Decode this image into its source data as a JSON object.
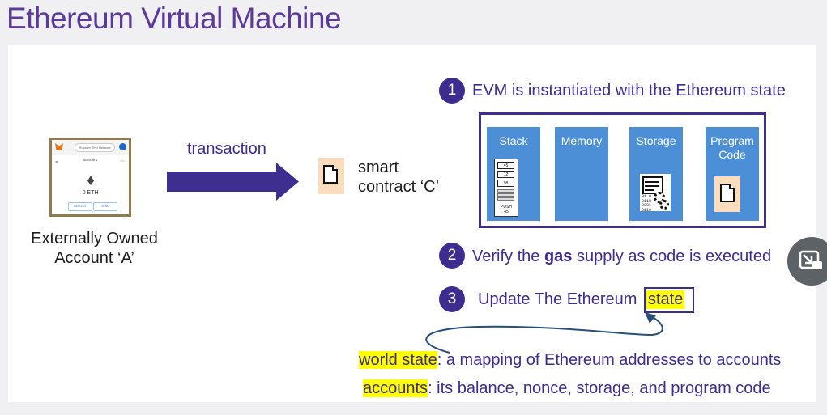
{
  "title": "Ethereum Virtual Machine",
  "account": {
    "phone": {
      "network": "Ropsten Test Network",
      "account_name": "Account 1",
      "balance": "0 ETH",
      "deposit_label": "DEPOSIT",
      "send_label": "SEND"
    },
    "caption_line1": "Externally Owned",
    "caption_line2": "Account ‘A’"
  },
  "transaction_label": "transaction",
  "contract": {
    "line1": "smart",
    "line2": "contract ‘C’"
  },
  "steps": [
    {
      "number": "1",
      "text": "EVM is instantiated with the Ethereum state"
    },
    {
      "number": "2",
      "text_before": "Verify the ",
      "text_bold": "gas",
      "text_after": " supply as code is executed"
    },
    {
      "number": "3",
      "text": "Update The Ethereum ",
      "highlight": "state"
    }
  ],
  "evm": {
    "stack": {
      "label": "Stack",
      "items": [
        "45",
        "12",
        "98"
      ],
      "push_line1": "PUSH",
      "push_line2": "45"
    },
    "memory": {
      "label": "Memory"
    },
    "storage": {
      "label": "Storage",
      "bits": [
        "01 0",
        "0110",
        "0001",
        "0110"
      ]
    },
    "program_code": {
      "label_line1": "Program",
      "label_line2": "Code"
    }
  },
  "definitions": [
    {
      "term": "world state",
      "rest": ": a mapping of Ethereum addresses to accounts"
    },
    {
      "term": "accounts",
      "rest": ": its balance, nonce, storage, and program code"
    }
  ],
  "colors": {
    "title": "#5b3a9a",
    "accent": "#3e2c8f",
    "evm_block": "#4d8fd6",
    "highlight": "#ffff00",
    "doc_background": "#fbdcbd"
  }
}
